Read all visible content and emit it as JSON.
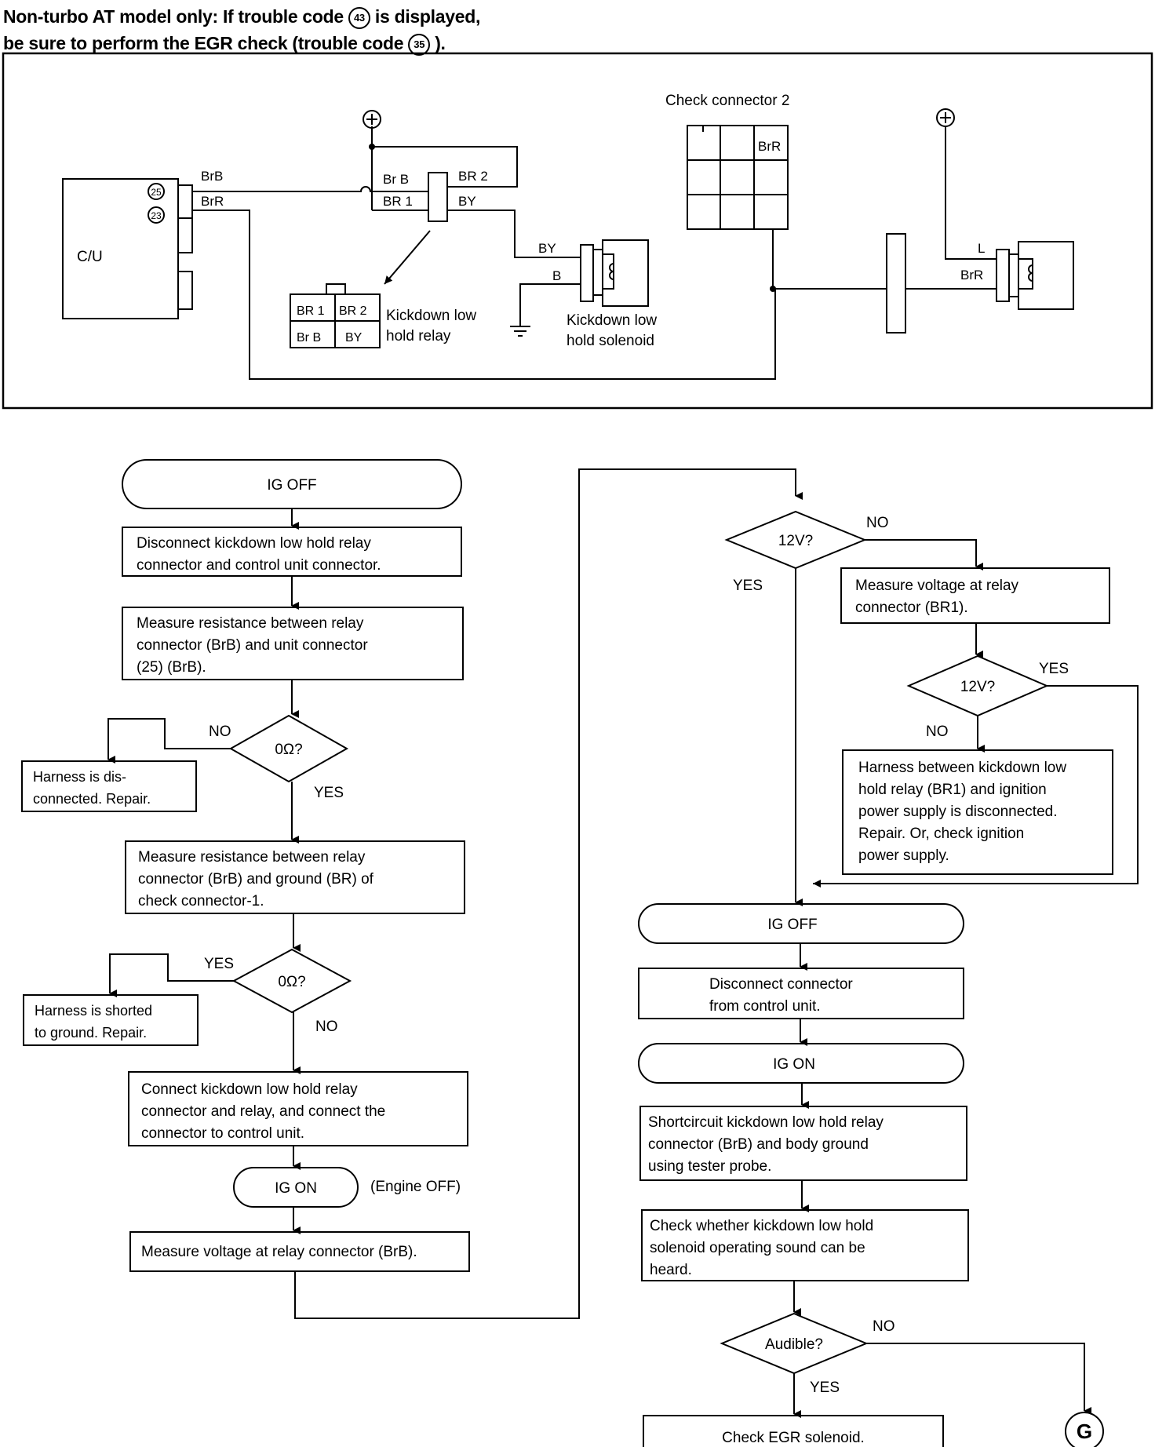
{
  "header": {
    "line1_a": "Non-turbo AT model only: If trouble code",
    "code_a": "43",
    "line1_b": "is displayed,",
    "line2_a": "be sure to perform the EGR check (trouble code",
    "code_b": "35",
    "line2_b": ")."
  },
  "wiring": {
    "cu_label": "C/U",
    "pin25": "25",
    "pin23": "23",
    "wire_brb_cu": "BrB",
    "wire_brr_cu": "BrR",
    "wire_brb_relay": "Br B",
    "wire_br1_relay": "BR 1",
    "wire_br2_relay": "BR 2",
    "wire_by_relay": "BY",
    "wire_by_sol": "BY",
    "wire_b_sol": "B",
    "relay_conn_br1": "BR 1",
    "relay_conn_br2": "BR 2",
    "relay_conn_brb": "Br B",
    "relay_conn_by": "BY",
    "relay_label_1": "Kickdown low",
    "relay_label_2": "hold relay",
    "solenoid_label_1": "Kickdown low",
    "solenoid_label_2": "hold solenoid",
    "check_connector_label": "Check connector 2",
    "check_connector_brr": "BrR",
    "wire_l": "L",
    "wire_brr_right": "BrR"
  },
  "flow": {
    "ig_off_1": "IG OFF",
    "disconnect_1a": "Disconnect kickdown low hold relay",
    "disconnect_1b": "connector and control unit connector.",
    "measure_res_1a": "Measure resistance between relay",
    "measure_res_1b": "connector (BrB) and unit connector",
    "measure_res_1c": "(25) (BrB).",
    "dec_0ohm_1": "0Ω?",
    "dec_0ohm_1_no": "NO",
    "dec_0ohm_1_yes": "YES",
    "harness_disc_a": "Harness is dis-",
    "harness_disc_b": "connected. Repair.",
    "measure_res_2a": "Measure resistance between relay",
    "measure_res_2b": "connector (BrB) and ground (BR) of",
    "measure_res_2c": "check connector-1.",
    "dec_0ohm_2": "0Ω?",
    "dec_0ohm_2_yes": "YES",
    "dec_0ohm_2_no": "NO",
    "harness_short_a": "Harness is shorted",
    "harness_short_b": "to ground. Repair.",
    "connect_a": "Connect kickdown low hold relay",
    "connect_b": "connector and relay, and connect the",
    "connect_c": "connector to control unit.",
    "ig_on_1": "IG ON",
    "engine_off": "(Engine OFF)",
    "measure_volt_brb": "Measure voltage at relay connector (BrB).",
    "dec_12v_1": "12V?",
    "dec_12v_1_no": "NO",
    "dec_12v_1_yes": "YES",
    "measure_volt_br1_a": "Measure voltage at relay",
    "measure_volt_br1_b": "connector (BR1).",
    "dec_12v_2": "12V?",
    "dec_12v_2_yes": "YES",
    "dec_12v_2_no": "NO",
    "harness_br1_a": "Harness between kickdown low",
    "harness_br1_b": "hold relay (BR1) and ignition",
    "harness_br1_c": "power supply is disconnected.",
    "harness_br1_d": "Repair. Or, check ignition",
    "harness_br1_e": "power supply.",
    "ig_off_2": "IG OFF",
    "disconnect_2a": "Disconnect connector",
    "disconnect_2b": "from control unit.",
    "ig_on_2": "IG ON",
    "short_a": "Shortcircuit kickdown low hold relay",
    "short_b": "connector (BrB) and body ground",
    "short_c": "using tester probe.",
    "check_sound_a": "Check whether kickdown low hold",
    "check_sound_b": "solenoid operating sound can be",
    "check_sound_c": "heard.",
    "dec_audible": "Audible?",
    "dec_audible_no": "NO",
    "dec_audible_yes": "YES",
    "check_egr": "Check EGR solenoid.",
    "connector_g": "G"
  }
}
